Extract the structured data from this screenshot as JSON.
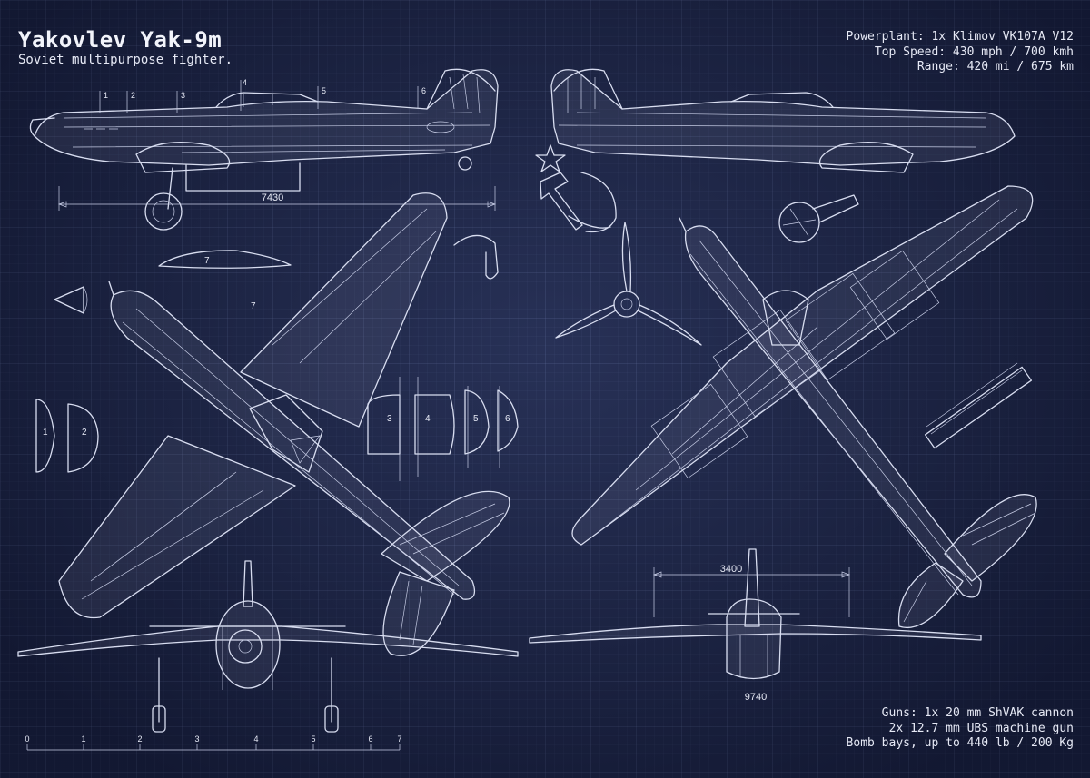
{
  "title": "Yakovlev Yak-9m",
  "subtitle": "Soviet multipurpose fighter.",
  "specs_top": [
    "Powerplant: 1x Klimov VK107A V12",
    "Top Speed: 430 mph / 700 kmh",
    "Range: 420 mi / 675 km"
  ],
  "specs_bottom": [
    "Guns: 1x 20 mm ShVAK cannon",
    "2x 12.7 mm UBS machine gun",
    "Bomb bays, up to 440 lb / 200 Kg"
  ],
  "dimensions": {
    "length": "7430",
    "height": "3400",
    "wingspan": "9740"
  },
  "section_numbers": [
    "1",
    "2",
    "3",
    "4",
    "5",
    "6",
    "7"
  ],
  "scale_ticks": [
    "0",
    "1",
    "2",
    "3",
    "4",
    "5",
    "6",
    "7"
  ],
  "colors": {
    "background": "#1d2545",
    "line": "#d8ddf0"
  },
  "symbols": [
    "hammer-and-sickle",
    "star",
    "propeller"
  ]
}
